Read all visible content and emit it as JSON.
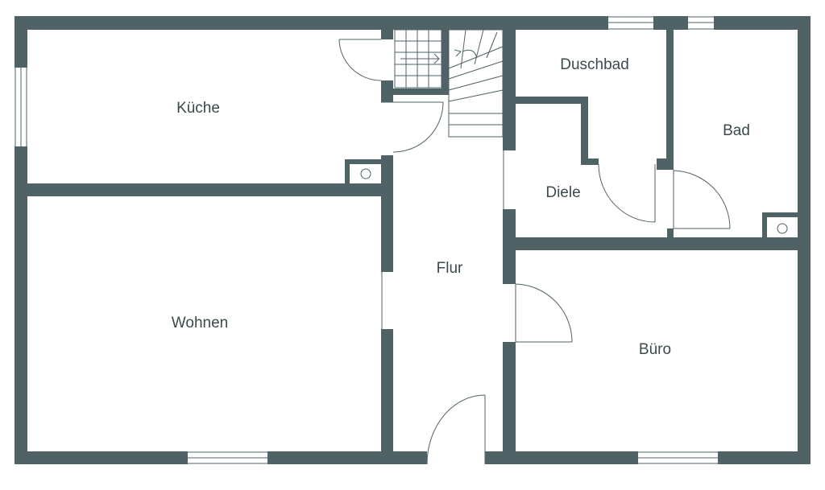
{
  "rooms": {
    "kueche": "Küche",
    "wohnen": "Wohnen",
    "flur": "Flur",
    "duschbad": "Duschbad",
    "diele": "Diele",
    "bad": "Bad",
    "buero": "Büro"
  },
  "colors": {
    "wall": "#4f6265",
    "background": "#ffffff",
    "label": "#3b4a4d"
  }
}
